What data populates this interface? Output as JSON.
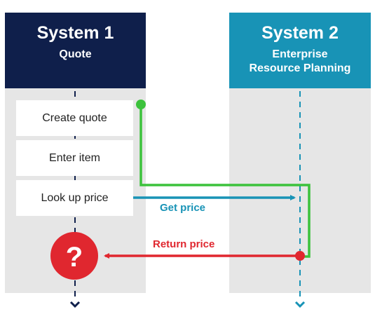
{
  "system1": {
    "title": "System 1",
    "subtitle": "Quote",
    "color": "#0f1f4b"
  },
  "system2": {
    "title": "System 2",
    "subtitle": "Enterprise\nResource Planning",
    "color": "#1893b6"
  },
  "steps": [
    {
      "label": "Create quote"
    },
    {
      "label": "Enter item"
    },
    {
      "label": "Look up price"
    }
  ],
  "flows": {
    "get_price": {
      "label": "Get price",
      "color": "#1893b6"
    },
    "return_price": {
      "label": "Return price",
      "color": "#e0272f"
    },
    "path_color": "#3cc23c"
  },
  "question_glyph": "?"
}
